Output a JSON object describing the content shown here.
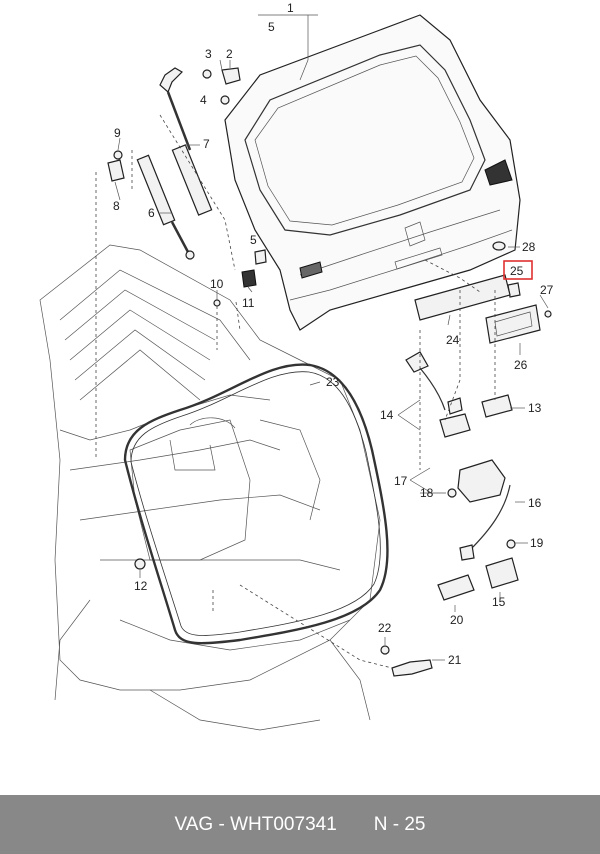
{
  "callouts": [
    {
      "id": "c1",
      "text": "1"
    },
    {
      "id": "c2",
      "text": "2"
    },
    {
      "id": "c3",
      "text": "3"
    },
    {
      "id": "c4",
      "text": "4"
    },
    {
      "id": "c5a",
      "text": "5"
    },
    {
      "id": "c5b",
      "text": "5"
    },
    {
      "id": "c6",
      "text": "6"
    },
    {
      "id": "c7",
      "text": "7"
    },
    {
      "id": "c8",
      "text": "8"
    },
    {
      "id": "c9",
      "text": "9"
    },
    {
      "id": "c10",
      "text": "10"
    },
    {
      "id": "c11",
      "text": "11"
    },
    {
      "id": "c12",
      "text": "12"
    },
    {
      "id": "c13",
      "text": "13"
    },
    {
      "id": "c14",
      "text": "14"
    },
    {
      "id": "c15",
      "text": "15"
    },
    {
      "id": "c16",
      "text": "16"
    },
    {
      "id": "c17",
      "text": "17"
    },
    {
      "id": "c18",
      "text": "18"
    },
    {
      "id": "c19",
      "text": "19"
    },
    {
      "id": "c20",
      "text": "20"
    },
    {
      "id": "c21",
      "text": "21"
    },
    {
      "id": "c22",
      "text": "22"
    },
    {
      "id": "c23",
      "text": "23"
    },
    {
      "id": "c24",
      "text": "24"
    },
    {
      "id": "c25",
      "text": "25"
    },
    {
      "id": "c26",
      "text": "26"
    },
    {
      "id": "c27",
      "text": "27"
    },
    {
      "id": "c28",
      "text": "28"
    }
  ],
  "highlight": {
    "callout": "25",
    "color": "#e03030"
  },
  "footer": {
    "brand": "VAG",
    "part_number": "WHT007341",
    "position": "N - 25"
  }
}
